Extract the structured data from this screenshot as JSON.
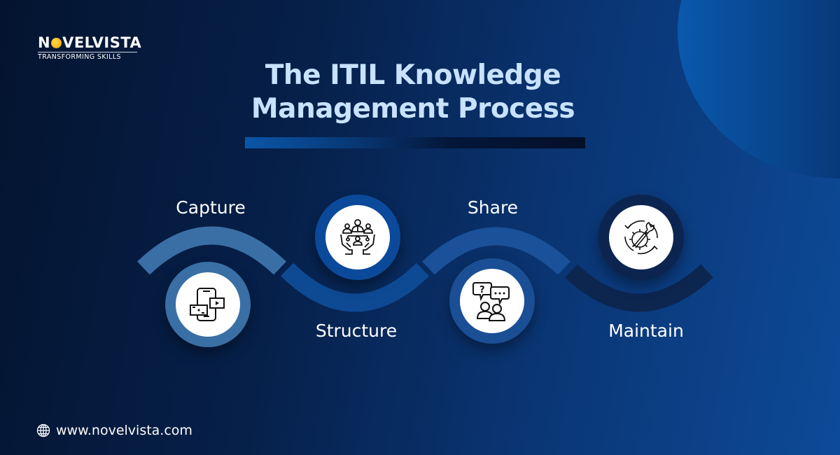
{
  "brand": {
    "name_pre": "N",
    "name_post": "VELVISTA",
    "tagline": "TRANSFORMING SKILLS"
  },
  "title": {
    "line1": "The ITIL Knowledge",
    "line2": "Management Process"
  },
  "steps": [
    {
      "label": "Capture",
      "icon": "phone-media-icon",
      "ring_color": "#3a6fa5",
      "arc_color": "#3a6fa5"
    },
    {
      "label": "Structure",
      "icon": "team-hands-icon",
      "ring_color": "#0b4a9a",
      "arc_color": "#0e4a94"
    },
    {
      "label": "Share",
      "icon": "people-chat-icon",
      "ring_color": "#1a4f95",
      "arc_color": "#1a5198"
    },
    {
      "label": "Maintain",
      "icon": "wrench-gear-cycle-icon",
      "ring_color": "#0c2550",
      "arc_color": "#0d2650"
    }
  ],
  "footer": {
    "icon": "globe-icon",
    "url": "www.novelvista.com"
  },
  "colors": {
    "title_text": "#c8e2ff",
    "bg_dark": "#04142f",
    "bg_light": "#0d4a98"
  }
}
